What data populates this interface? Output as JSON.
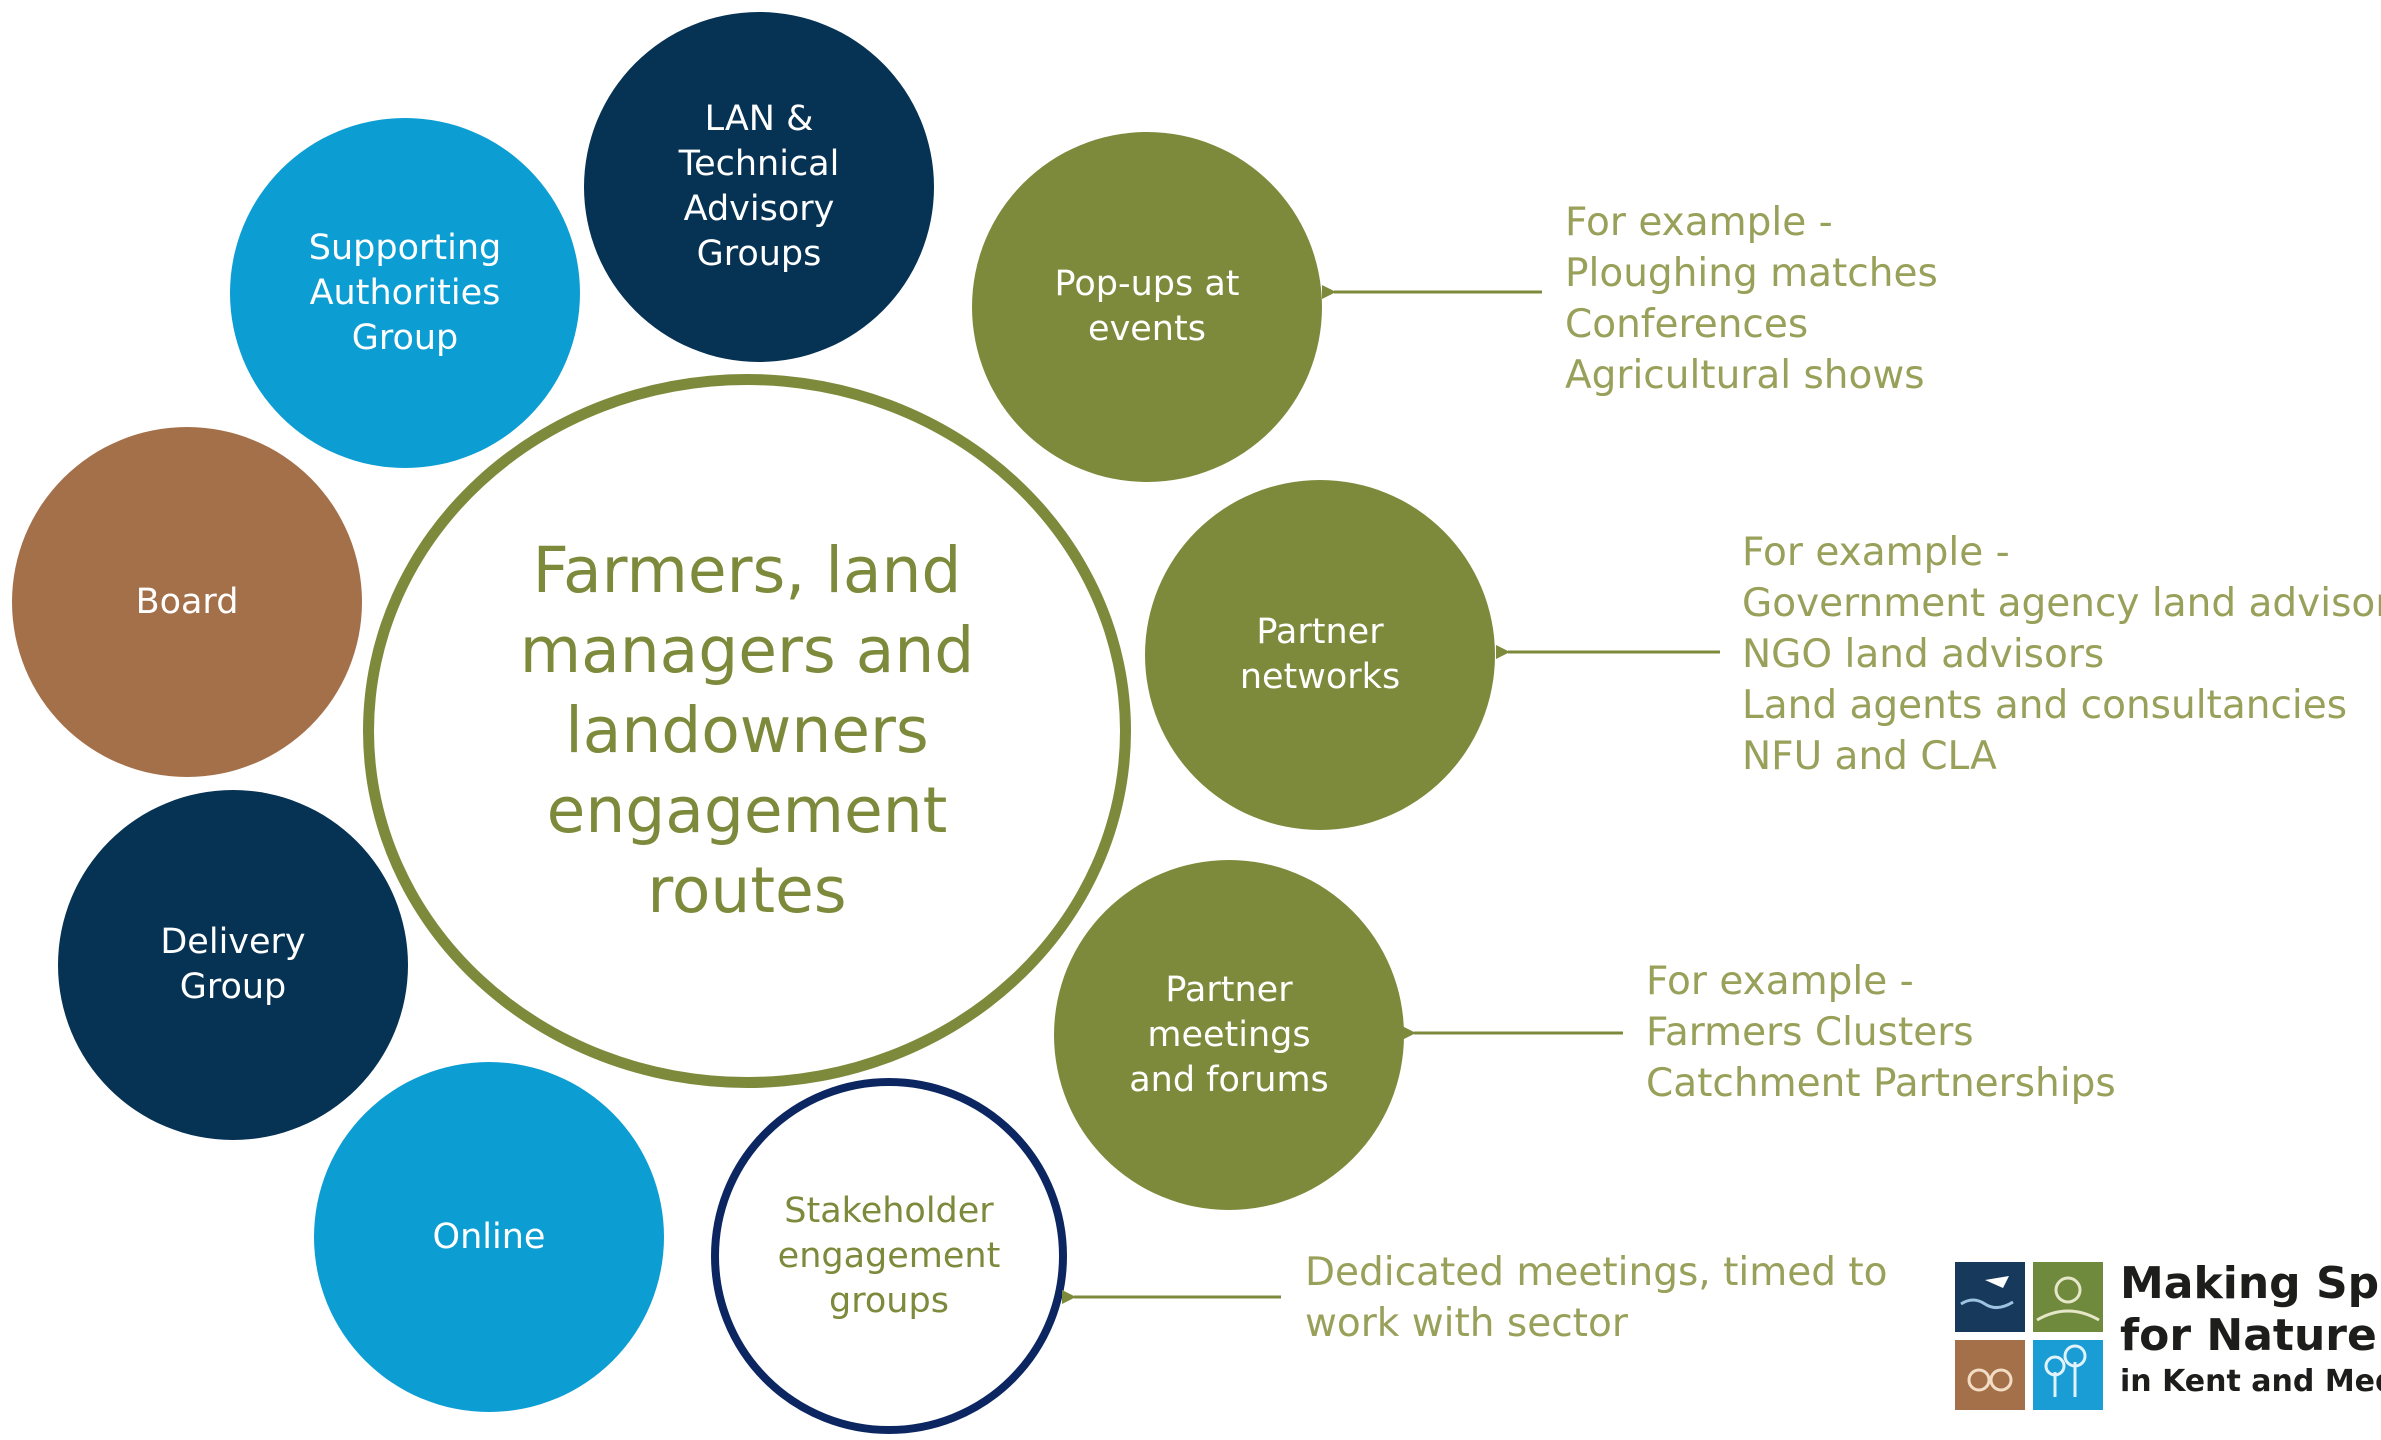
{
  "center": {
    "label": "Farmers, land\nmanagers and\nlandowners\nengagement\nroutes"
  },
  "circles": {
    "lan": "LAN &\nTechnical\nAdvisory\nGroups",
    "supporting": "Supporting\nAuthorities\nGroup",
    "board": "Board",
    "delivery": "Delivery\nGroup",
    "online": "Online",
    "stakeholder": "Stakeholder\nengagement\ngroups",
    "popups": "Pop-ups at\nevents",
    "partner_networks": "Partner\nnetworks",
    "partner_meetings": "Partner\nmeetings\nand forums"
  },
  "notes": {
    "popups": [
      "For example -",
      "Ploughing matches",
      "Conferences",
      "Agricultural shows"
    ],
    "partner_networks": [
      "For example -",
      "Government agency land advisors",
      "NGO land advisors",
      "Land agents and consultancies",
      "NFU and CLA"
    ],
    "partner_meetings": [
      "For example -",
      "Farmers Clusters",
      "Catchment Partnerships"
    ],
    "stakeholder": [
      "Dedicated meetings, timed to",
      "work with sector"
    ]
  },
  "logo": {
    "line1": "Making Space",
    "line2": "for Nature",
    "line3": "in Kent and Medway"
  },
  "colors": {
    "navy": "#063254",
    "sky_blue": "#0c9ed3",
    "brown": "#a4704a",
    "olive": "#7d8a3b",
    "note_text": "#99a05a",
    "outline_navy": "#0c2661"
  }
}
